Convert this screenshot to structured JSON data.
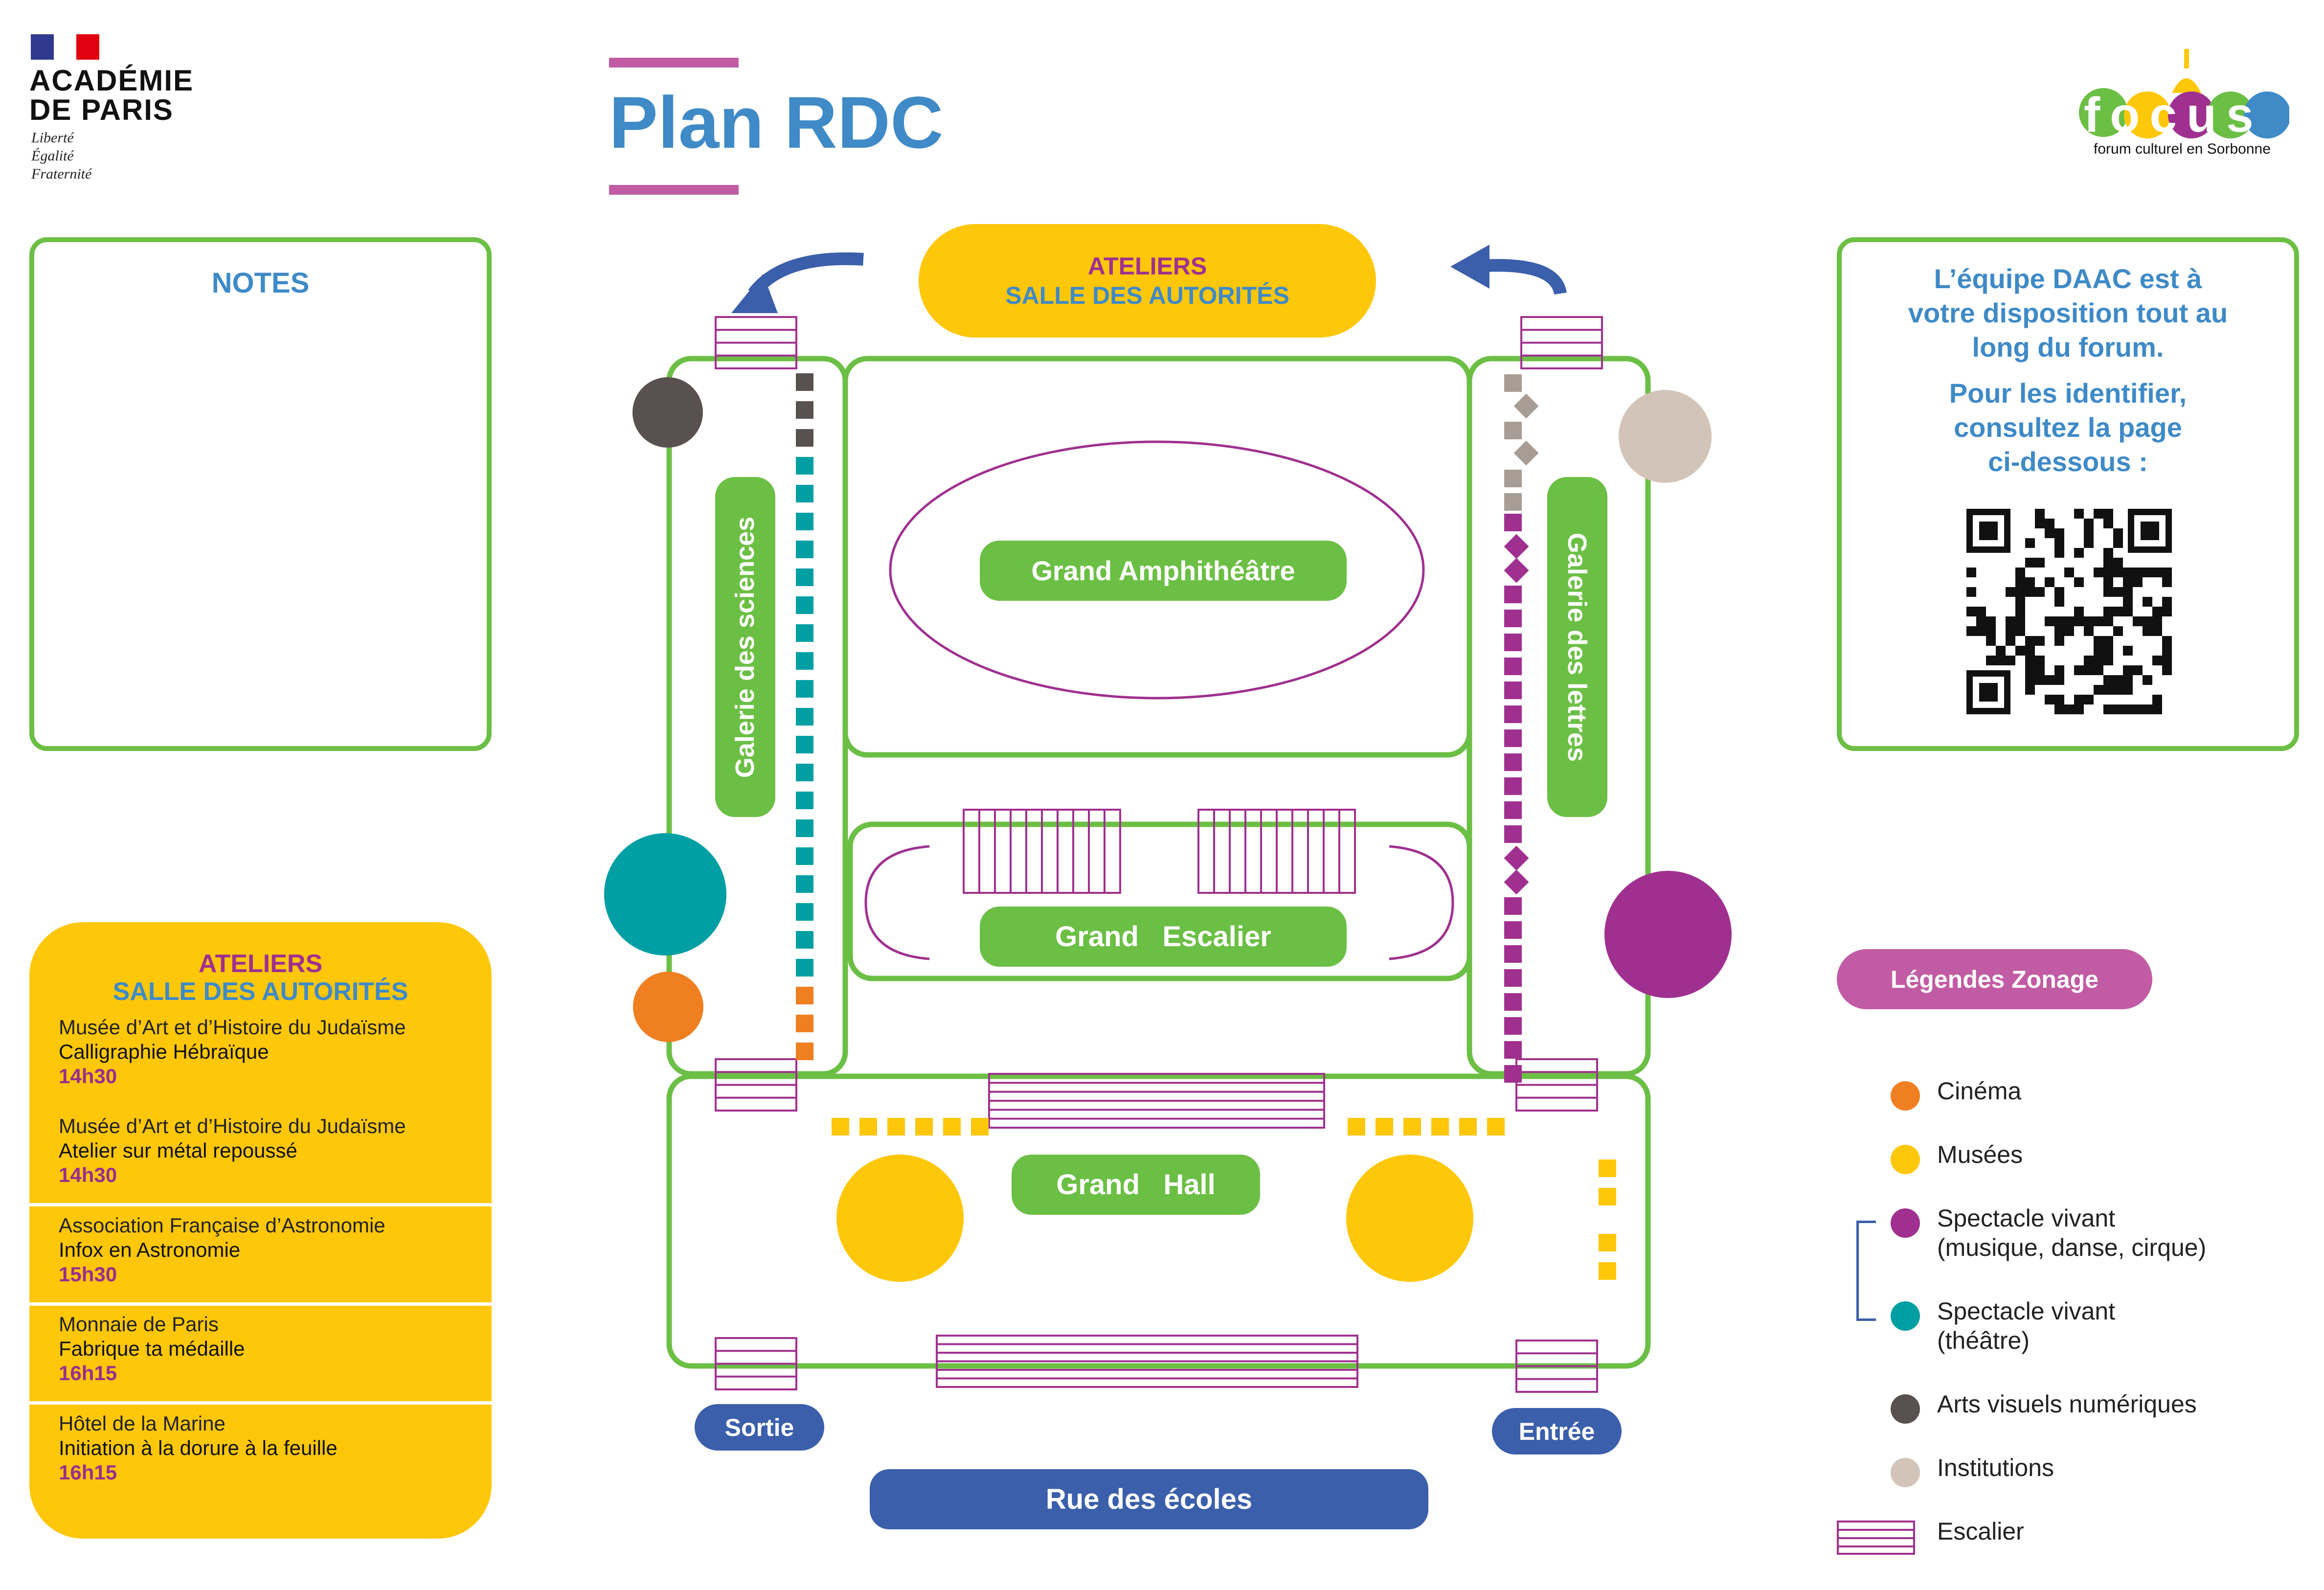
{
  "header": {
    "logo_line1": "ACADÉMIE",
    "logo_line2": "DE PARIS",
    "motto1": "Liberté",
    "motto2": "Égalité",
    "motto3": "Fraternité",
    "title": "Plan RDC",
    "focus_logo": "focus",
    "focus_sub": "forum culturel en Sorbonne"
  },
  "notes": {
    "title": "NOTES"
  },
  "daac": {
    "line1": "L’équipe DAAC est à",
    "line2": "votre disposition tout au",
    "line3": "long du forum.",
    "line4": "Pour les identifier,",
    "line5": "consultez la page",
    "line6": "ci-dessous :"
  },
  "ateliers_box": {
    "title1": "ATELIERS",
    "title2": "SALLE DES AUTORITÉS",
    "events": [
      {
        "org": "Musée d’Art et d’Histoire du Judaïsme",
        "title": "Calligraphie Hébraïque",
        "time": "14h30"
      },
      {
        "org": "Musée d’Art et d’Histoire du Judaïsme",
        "title": "Atelier sur métal repoussé",
        "time": "14h30"
      },
      {
        "org": "Association Française d’Astronomie",
        "title": "Infox en Astronomie",
        "time": "15h30"
      },
      {
        "org": "Monnaie de Paris",
        "title": "Fabrique ta médaille",
        "time": "16h15"
      },
      {
        "org": "Hôtel de la Marine",
        "title": "Initiation à la dorure à la feuille",
        "time": "16h15"
      }
    ]
  },
  "map": {
    "ateliers_top1": "ATELIERS",
    "ateliers_top2": "SALLE DES AUTORITÉS",
    "grand_amphi": "Grand Amphithéâtre",
    "grand_escalier": "Grand   Escalier",
    "grand_hall": "Grand   Hall",
    "galerie_sciences": "Galerie des sciences",
    "galerie_lettres": "Galerie des lettres",
    "sortie": "Sortie",
    "entree": "Entrée",
    "rue": "Rue des écoles"
  },
  "legend": {
    "title": "Légendes Zonage",
    "items": [
      {
        "label": "Cinéma",
        "color": "#f07f22"
      },
      {
        "label": "Musées",
        "color": "#fec70a"
      },
      {
        "label": "Spectacle vivant\n(musique, danse, cirque)",
        "color": "#a0308f"
      },
      {
        "label": "Spectacle vivant\n(théâtre)",
        "color": "#009fa4"
      },
      {
        "label": "Arts visuels numériques",
        "color": "#595150"
      },
      {
        "label": "Institutions",
        "color": "#d3c4b9"
      },
      {
        "label": "Escalier",
        "color": "#a0308f"
      }
    ]
  },
  "colors": {
    "green": "#6cbf45",
    "yellow": "#fec70a",
    "blue": "#3f8ac7",
    "navy": "#3b5faa",
    "purple": "#a0308f",
    "pink": "#c15ca4",
    "teal": "#009fa4",
    "orange": "#f07f22",
    "grey": "#595150",
    "beige": "#d3c4b9"
  }
}
